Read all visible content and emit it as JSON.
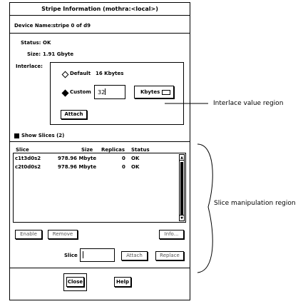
{
  "window": {
    "title": "Stripe Information (mothra:<local>)"
  },
  "device": {
    "label": "Device Name:",
    "value": "stripe 0 of d9"
  },
  "status": {
    "label": "Status:",
    "value": "OK"
  },
  "size": {
    "label": "Size:",
    "value": "1.91 Gbyte"
  },
  "interlace": {
    "label": "Interlace:",
    "default_label": "Default",
    "default_value": "16 Kbytes",
    "custom_label": "Custom",
    "custom_value": "32",
    "unit_value": "Kbytes",
    "attach_label": "Attach"
  },
  "slices": {
    "toggle_label": "Show Slices (2)",
    "headers": {
      "slice": "Slice",
      "size": "Size",
      "replicas": "Replicas",
      "status": "Status"
    },
    "rows": [
      {
        "slice": "c1t3d0s2",
        "size": "978.96 Mbyte",
        "replicas": "0",
        "status": "OK"
      },
      {
        "slice": "c2t0d0s2",
        "size": "978.96 Mbyte",
        "replicas": "0",
        "status": "OK"
      }
    ],
    "enable_label": "Enable",
    "remove_label": "Remove",
    "info_label": "Info...",
    "slice_field_label": "Slice",
    "slice_field_value": "",
    "attach_label": "Attach",
    "replace_label": "Replace"
  },
  "footer": {
    "close_label": "Close",
    "help_label": "Help"
  },
  "annotations": {
    "interlace_region": "Interlace value region",
    "slice_region": "Slice manipulation region"
  }
}
